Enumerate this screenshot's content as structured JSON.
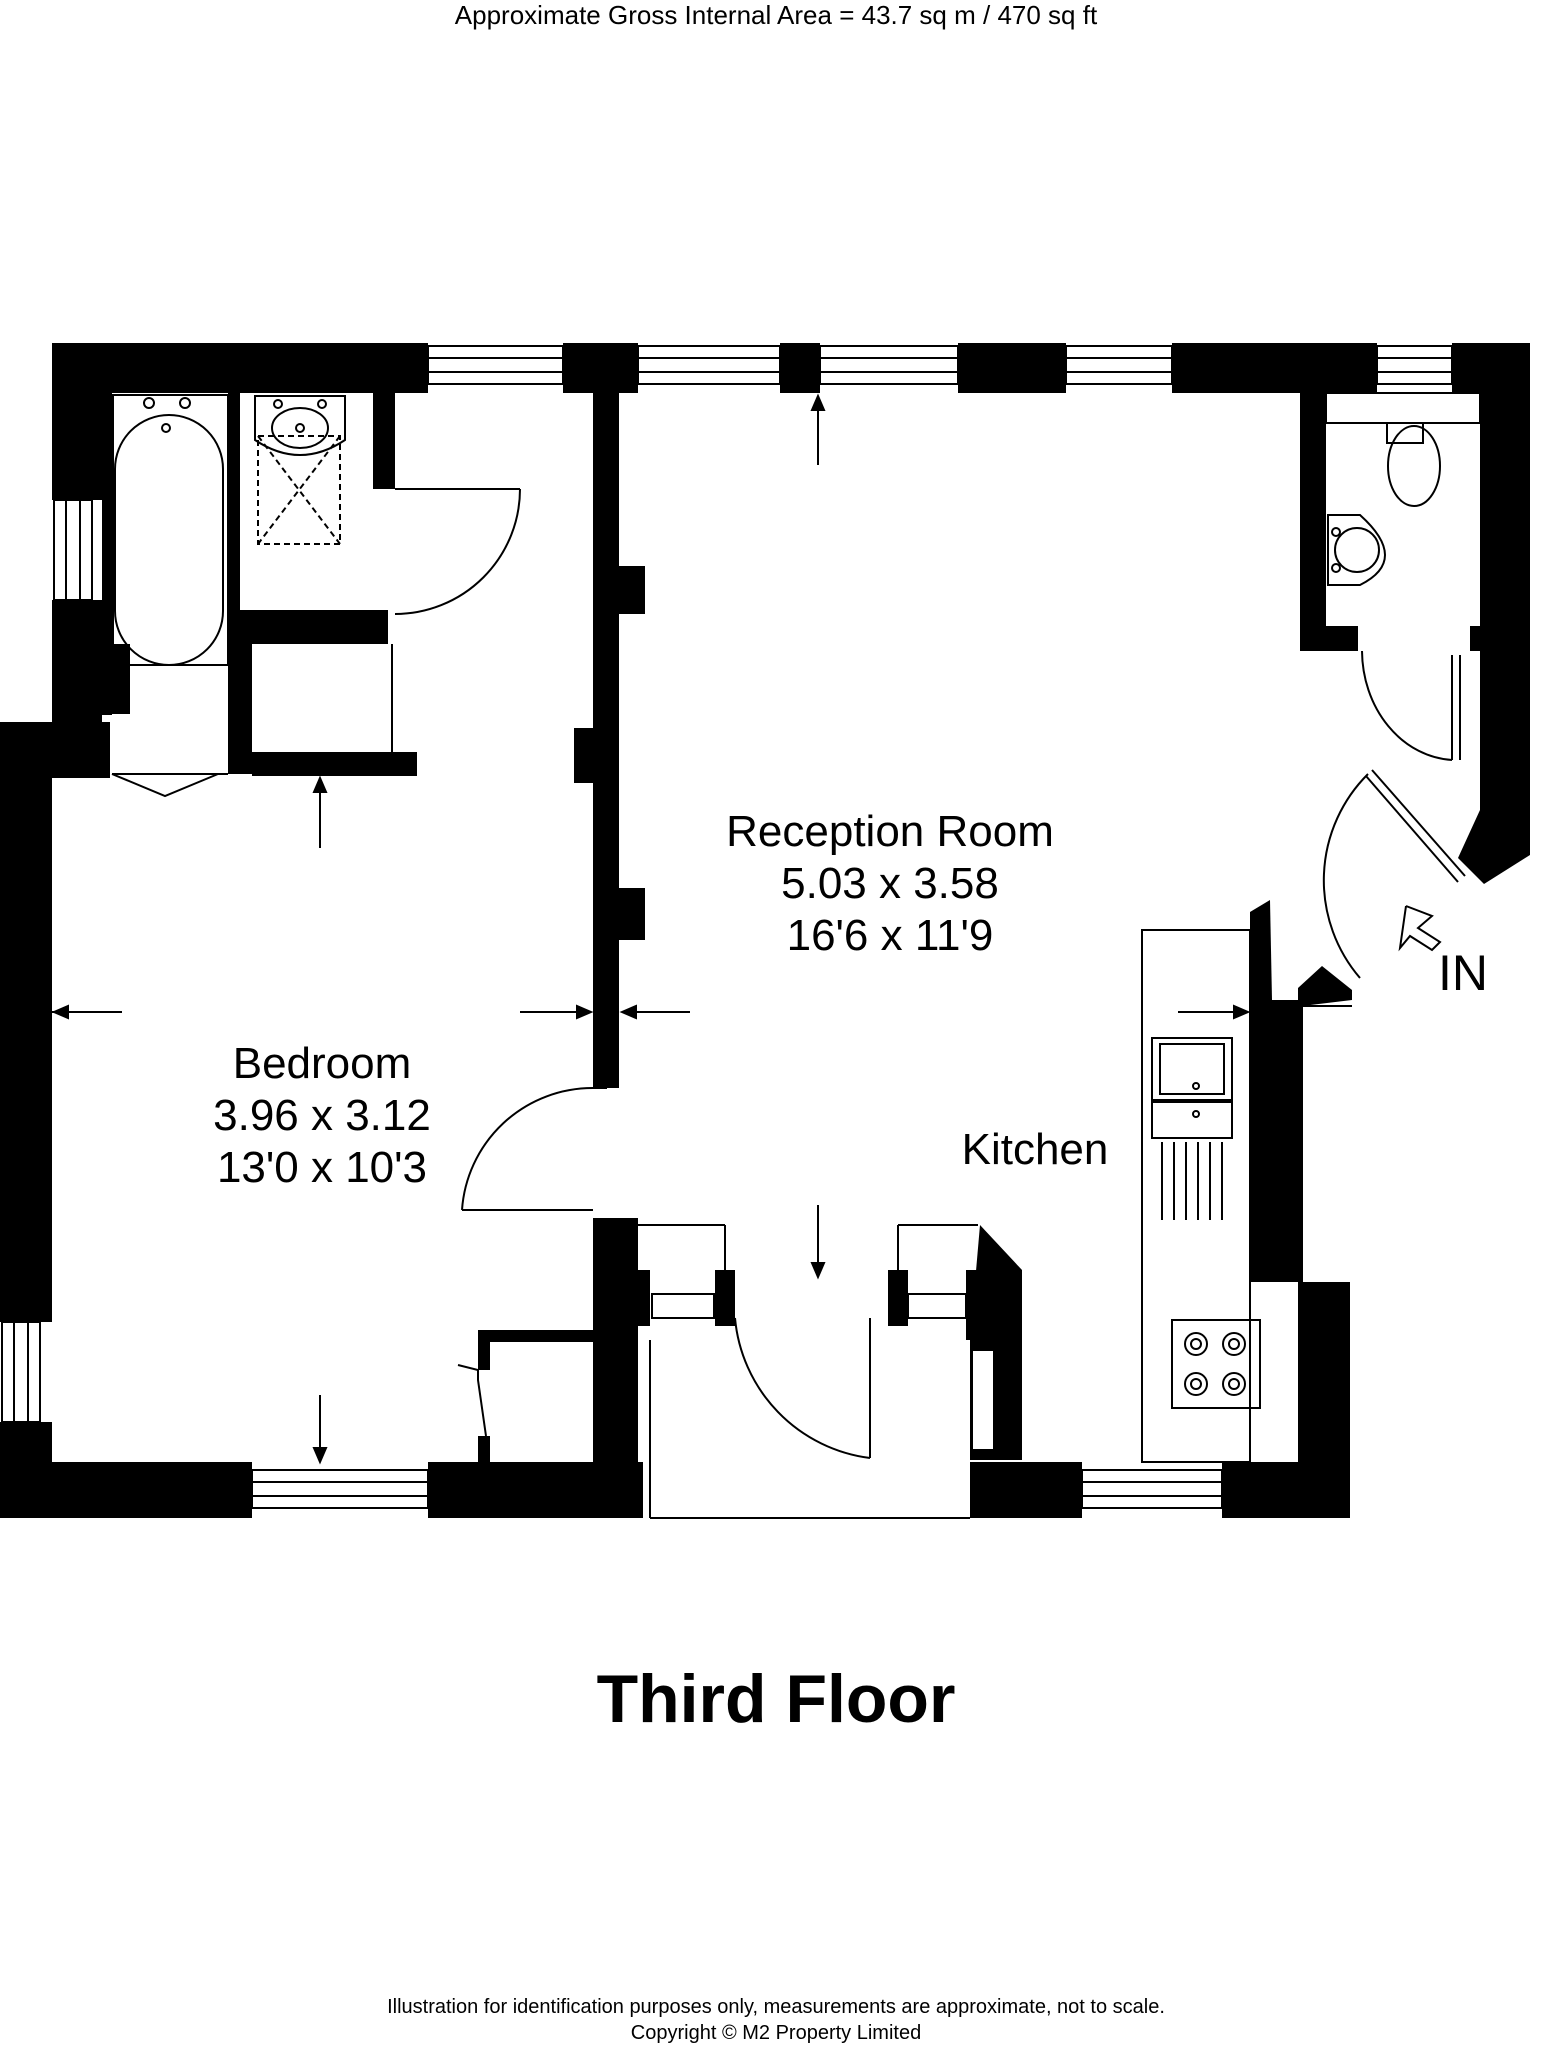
{
  "header": {
    "area_text": "Approximate Gross Internal Area = 43.7 sq m / 470 sq ft"
  },
  "rooms": {
    "reception": {
      "name": "Reception Room",
      "metric": "5.03 x 3.58",
      "imperial": "16'6 x 11'9"
    },
    "bedroom": {
      "name": "Bedroom",
      "metric": "3.96 x 3.12",
      "imperial": "13'0 x 10'3"
    },
    "kitchen": {
      "name": "Kitchen"
    }
  },
  "entrance_label": "IN",
  "floor_title": "Third Floor",
  "footer": {
    "disclaimer": "Illustration for identification purposes only, measurements are approximate, not to scale.",
    "copyright": "Copyright © M2 Property Limited"
  },
  "colors": {
    "wall": "#000000",
    "fixture_line": "#000000",
    "background": "#ffffff"
  }
}
